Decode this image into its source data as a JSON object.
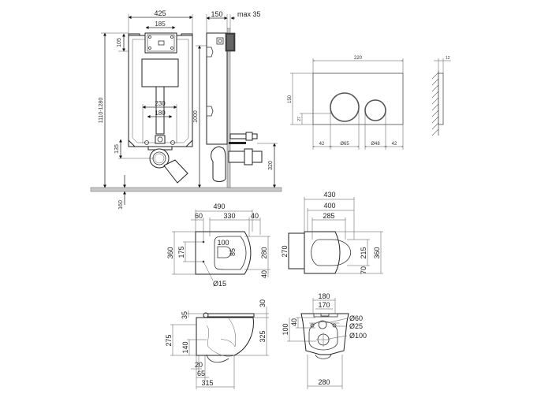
{
  "title": "Wall-hung toilet installation set — technical drawing",
  "frame": {
    "front_view": {
      "width": "425",
      "button_plate_width": "185",
      "top_offset": "105",
      "height_range": "1110-1280",
      "pipe_outer_spacing": "230",
      "pipe_inner_spacing": "180",
      "drain_height": "135",
      "floor_offset": "160"
    },
    "side_view": {
      "depth": "150",
      "max_wall": "max 35",
      "height": "1000",
      "drain_center_height": "320"
    }
  },
  "flush_plate": {
    "width": "220",
    "height": "150",
    "bottom_offset": "27",
    "left_margin": "42",
    "large_button": "Ø65",
    "small_button": "Ø48",
    "right_margin": "42",
    "thickness": "12"
  },
  "bowl_top_view": {
    "length": "490",
    "rear_to_holes": "60",
    "inner_length": "330",
    "front_margin": "40",
    "width": "360",
    "hole_spacing": "175",
    "opening_width": "100",
    "opening_depth": "85",
    "inner_width": "280",
    "side_margin": "40",
    "hole_diameter": "Ø15"
  },
  "seat_top_view": {
    "total_length": "430",
    "seat_length": "400",
    "opening_length": "285",
    "hinge_width": "270",
    "opening_width": "215",
    "seat_width": "360",
    "front_margin": "70"
  },
  "bowl_side_view": {
    "seat_height": "35",
    "rim_height": "275",
    "drain_height": "140",
    "bottom_offset": "20",
    "outlet_depth": "65",
    "base_length": "315",
    "seat_thickness": "30",
    "bowl_height": "325"
  },
  "bowl_rear_view": {
    "width_top": "180",
    "width_inner": "170",
    "inlet_offset": "40",
    "drain_offset": "100",
    "inlet_diameter": "Ø60",
    "bolt_diameter": "Ø25",
    "drain_diameter": "Ø100",
    "base_width": "280"
  }
}
